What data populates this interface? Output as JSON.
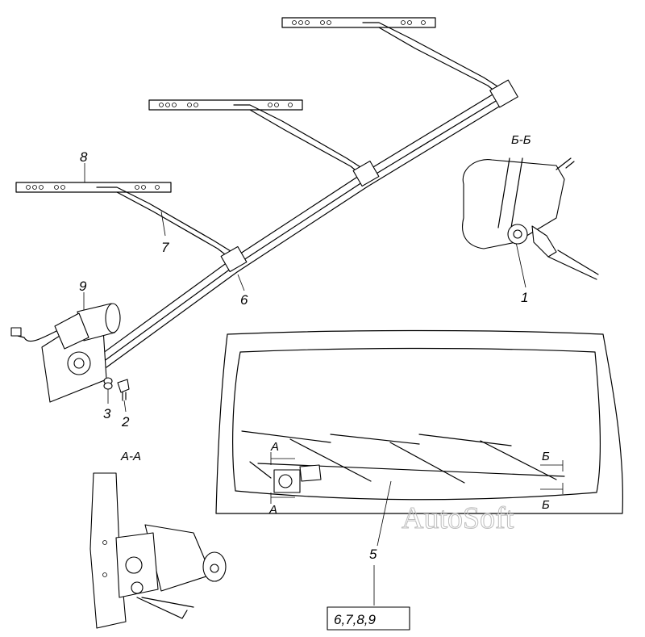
{
  "callouts": {
    "n1": "1",
    "n2": "2",
    "n3": "3",
    "n5": "5",
    "n6": "6",
    "n7": "7",
    "n8": "8",
    "n9": "9"
  },
  "sections": {
    "bb_title": "Б-Б",
    "aa_title": "А-А",
    "marker_a": "А",
    "marker_b": "Б"
  },
  "kit_label": "6,7,8,9",
  "watermark": "AutoSoft"
}
